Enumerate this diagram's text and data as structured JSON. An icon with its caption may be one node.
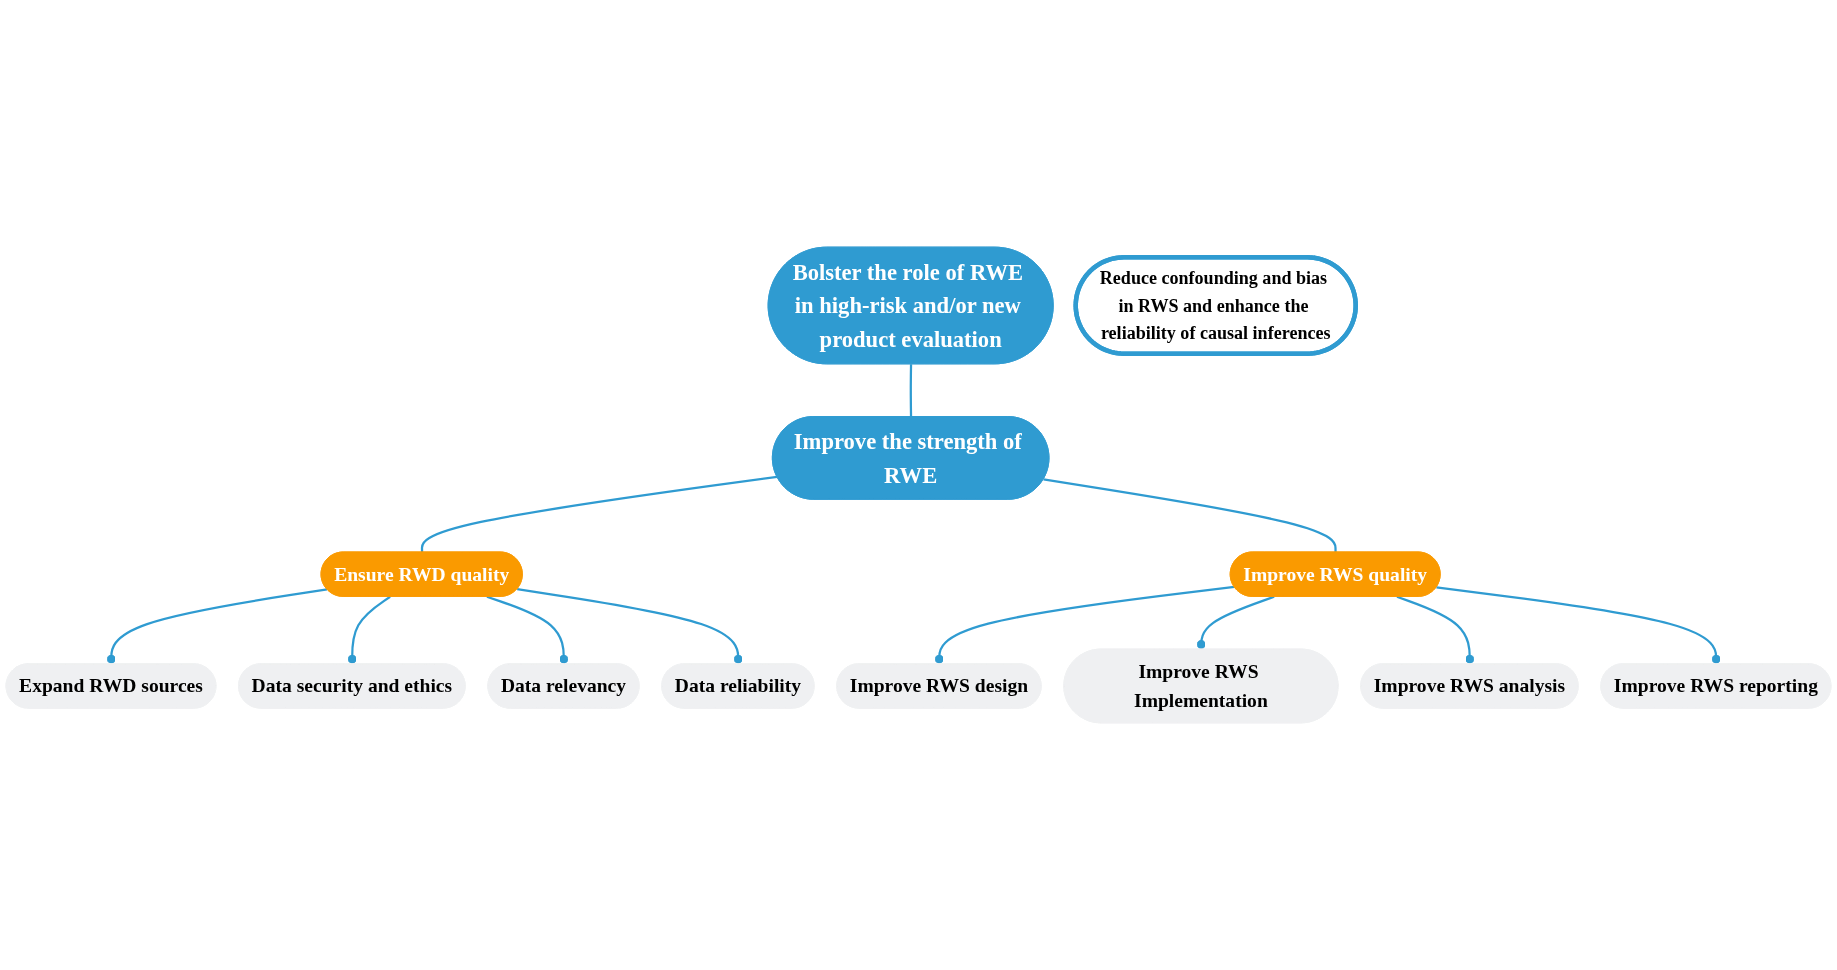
{
  "diagram": {
    "nodes": [
      {
        "text": [
          "Bolster the role of RWE in high-risk and/or new product evaluation"
        ]
      },
      {
        "text": [
          "Improve the strength of RWE"
        ]
      },
      {
        "text": [
          "Ensure RWD quality"
        ]
      },
      {
        "text": [
          "Improve RWS quality"
        ]
      },
      {
        "text": [
          "Reduce confounding and bias in RWS and enhance the reliability of causal inferences"
        ]
      },
      {
        "text": [
          "Expand RWD sources"
        ]
      },
      {
        "text": [
          "Data security and ethics"
        ]
      },
      {
        "text": [
          "Data relevancy"
        ]
      },
      {
        "text": [
          "Data reliability"
        ]
      },
      {
        "text": [
          "Improve RWS design"
        ]
      },
      {
        "text": [
          "Improve RWS Implementation"
        ]
      },
      {
        "text": [
          "Improve RWS analysis"
        ]
      },
      {
        "text": [
          "Improve RWS reporting"
        ]
      }
    ],
    "edges": [
      {
        "from": 0,
        "to": 1,
        "arrow": "none"
      },
      {
        "from": 1,
        "to": 2,
        "arrow": "none"
      },
      {
        "from": 1,
        "to": 3,
        "arrow": "none"
      },
      {
        "from": 2,
        "to": 5,
        "arrow": "other"
      },
      {
        "from": 2,
        "to": 6,
        "arrow": "other"
      },
      {
        "from": 2,
        "to": 7,
        "arrow": "other"
      },
      {
        "from": 2,
        "to": 8,
        "arrow": "other"
      },
      {
        "from": 3,
        "to": 9,
        "arrow": "other"
      },
      {
        "from": 3,
        "to": 10,
        "arrow": "other"
      },
      {
        "from": 3,
        "to": 11,
        "arrow": "other"
      },
      {
        "from": 3,
        "to": 12,
        "arrow": "other"
      }
    ]
  }
}
